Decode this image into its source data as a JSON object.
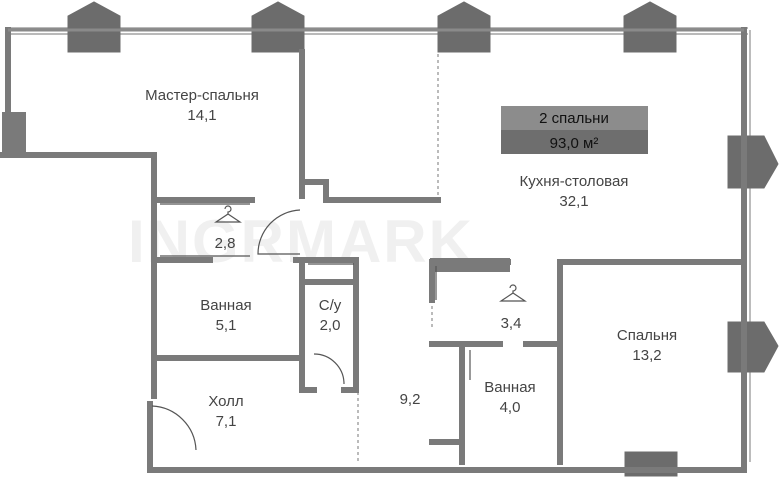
{
  "watermark": "INGRMARK",
  "badge": {
    "rooms": "2 спальни",
    "area": "93,0 м²"
  },
  "rooms": {
    "master_bedroom": {
      "name": "Мастер-спальня",
      "area": "14,1"
    },
    "kitchen_dining": {
      "name": "Кухня-столовая",
      "area": "32,1"
    },
    "wardrobe_1": {
      "area": "2,8"
    },
    "bathroom_1": {
      "name": "Ванная",
      "area": "5,1"
    },
    "wc": {
      "name": "С/у",
      "area": "2,0"
    },
    "wardrobe_2": {
      "area": "3,4"
    },
    "bedroom": {
      "name": "Спальня",
      "area": "13,2"
    },
    "hall": {
      "name": "Холл",
      "area": "7,1"
    },
    "corridor": {
      "area": "9,2"
    },
    "bathroom_2": {
      "name": "Ванная",
      "area": "4,0"
    }
  },
  "colors": {
    "wall": "#7a7a7a",
    "bay": "#6c6c6c",
    "badge_top": "#8c8c8c",
    "badge_bottom": "#6e6e6e"
  },
  "icons": [
    "hanger-icon",
    "hanger-icon"
  ]
}
